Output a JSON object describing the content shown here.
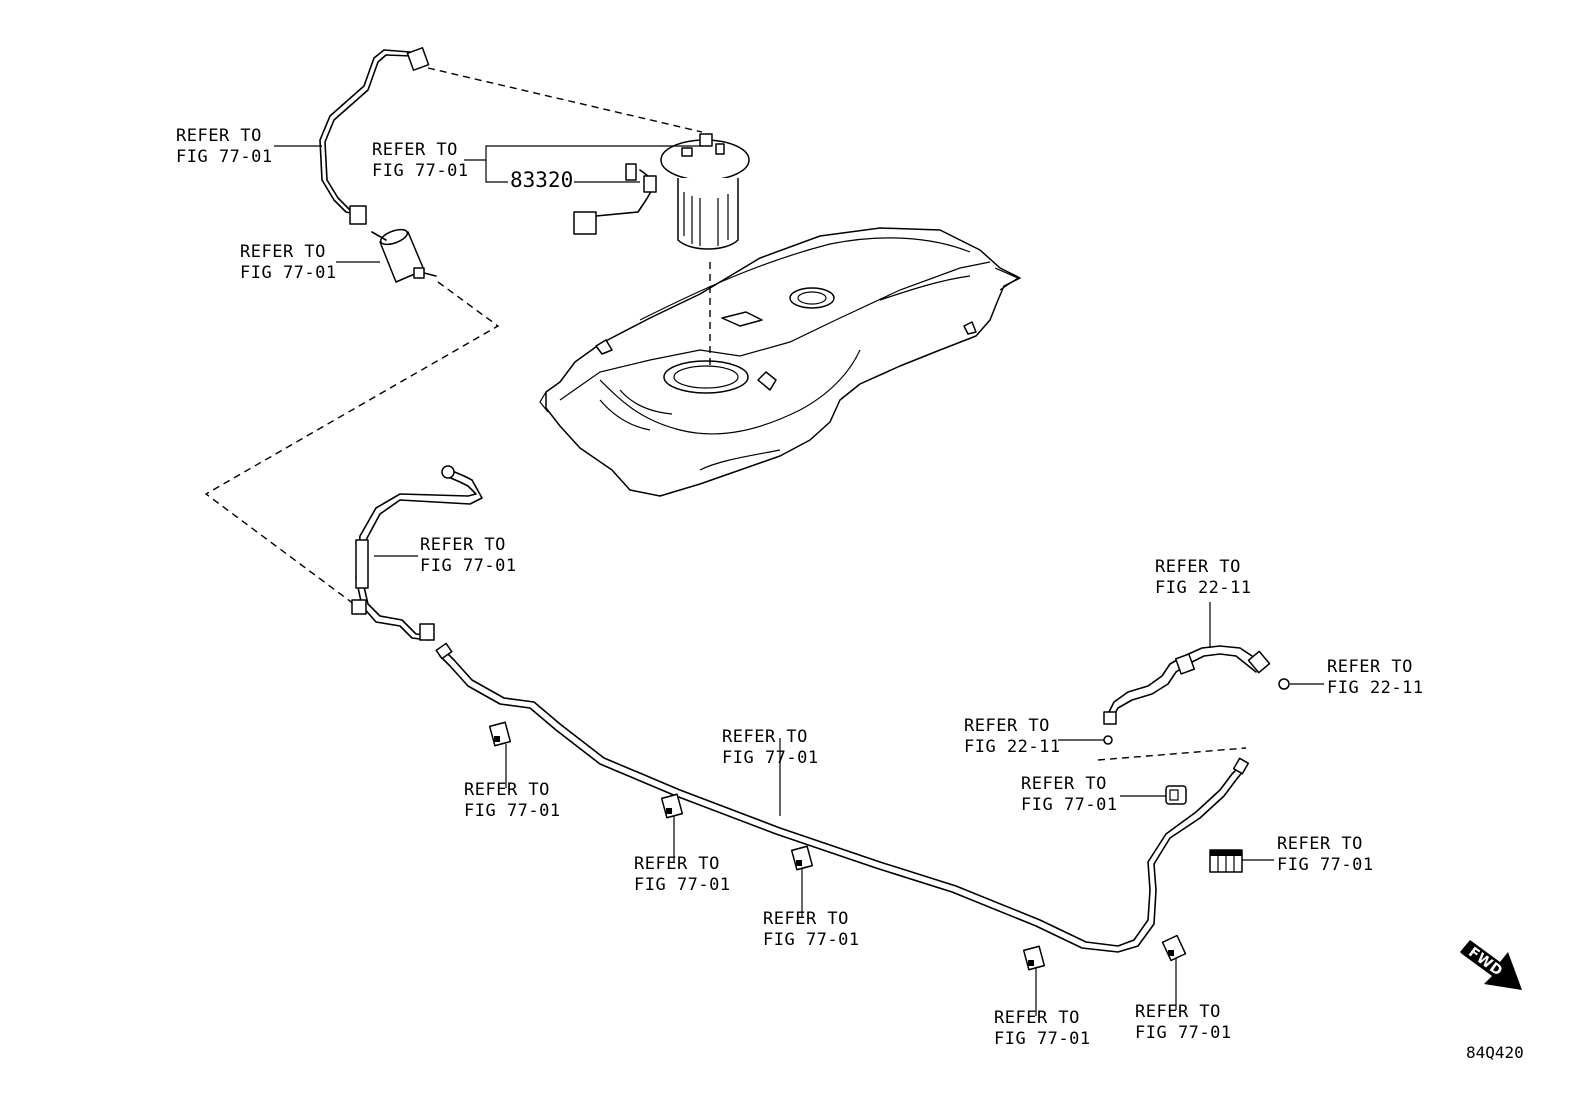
{
  "parts": {
    "fuel_pump_assy_number": "83320"
  },
  "callouts": [
    {
      "id": "fuel-main-tube-upper",
      "line1": "REFER TO",
      "line2": "FIG 77-01"
    },
    {
      "id": "fuel-sender-gauge",
      "line1": "REFER TO",
      "line2": "FIG 77-01"
    },
    {
      "id": "fuel-filter",
      "line1": "REFER TO",
      "line2": "FIG 77-01"
    },
    {
      "id": "fuel-tube-front",
      "line1": "REFER TO",
      "line2": "FIG 77-01"
    },
    {
      "id": "clamp-1",
      "line1": "REFER TO",
      "line2": "FIG 77-01"
    },
    {
      "id": "fuel-main-tube",
      "line1": "REFER TO",
      "line2": "FIG 77-01"
    },
    {
      "id": "clamp-2",
      "line1": "REFER TO",
      "line2": "FIG 77-01"
    },
    {
      "id": "clamp-3",
      "line1": "REFER TO",
      "line2": "FIG 77-01"
    },
    {
      "id": "clamp-4",
      "line1": "REFER TO",
      "line2": "FIG 77-01"
    },
    {
      "id": "clamp-5",
      "line1": "REFER TO",
      "line2": "FIG 77-01"
    },
    {
      "id": "vent-hose",
      "line1": "REFER TO",
      "line2": "FIG 22-11"
    },
    {
      "id": "hose-clip",
      "line1": "REFER TO",
      "line2": "FIG 22-11"
    },
    {
      "id": "vent-hose-end",
      "line1": "REFER TO",
      "line2": "FIG 22-11"
    },
    {
      "id": "clip-rear",
      "line1": "REFER TO",
      "line2": "FIG 77-01"
    },
    {
      "id": "clamp-block",
      "line1": "REFER TO",
      "line2": "FIG 77-01"
    }
  ],
  "direction_arrow": {
    "label": "FWD"
  },
  "illustration_code": "84Q420"
}
